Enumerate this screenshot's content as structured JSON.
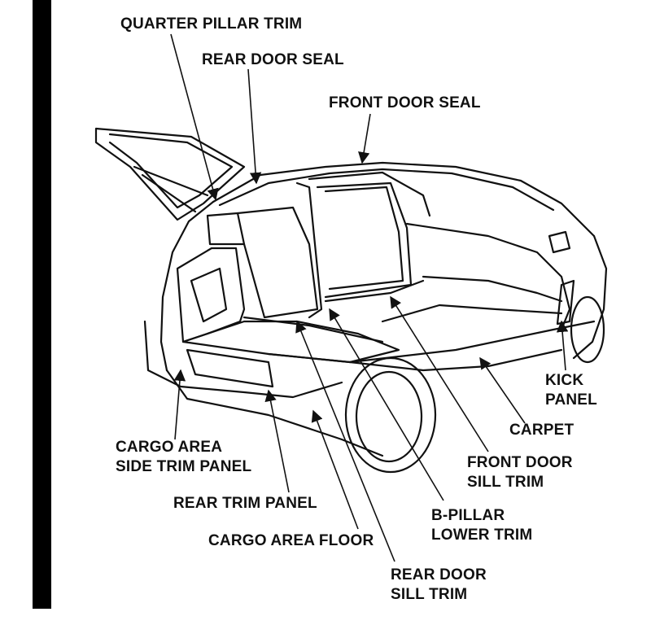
{
  "labels": {
    "quarter_pillar_trim": "QUARTER PILLAR TRIM",
    "rear_door_seal": "REAR DOOR SEAL",
    "front_door_seal": "FRONT DOOR SEAL",
    "kick_panel": [
      "KICK",
      "PANEL"
    ],
    "carpet": "CARPET",
    "cargo_area_side_trim_panel": [
      "CARGO AREA",
      "SIDE TRIM PANEL"
    ],
    "front_door_sill_trim": [
      "FRONT DOOR",
      "SILL TRIM"
    ],
    "rear_trim_panel": "REAR TRIM PANEL",
    "b_pillar_lower_trim": [
      "B-PILLAR",
      "LOWER TRIM"
    ],
    "cargo_area_floor": "CARGO AREA FLOOR",
    "rear_door_sill_trim": [
      "REAR DOOR",
      "SILL TRIM"
    ]
  },
  "colors": {
    "line": "#111111",
    "background": "#ffffff",
    "bar": "#000000"
  }
}
